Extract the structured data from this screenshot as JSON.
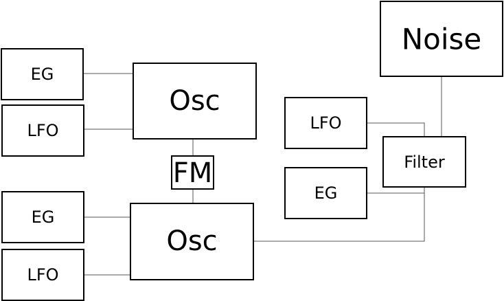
{
  "diagram": {
    "nodes": {
      "eg_top": "EG",
      "lfo_top": "LFO",
      "osc_top": "Osc",
      "fm": "FM",
      "eg_bottom": "EG",
      "lfo_bottom": "LFO",
      "osc_bottom": "Osc",
      "noise": "Noise",
      "lfo_right": "LFO",
      "eg_right": "EG",
      "filter": "Filter"
    }
  }
}
